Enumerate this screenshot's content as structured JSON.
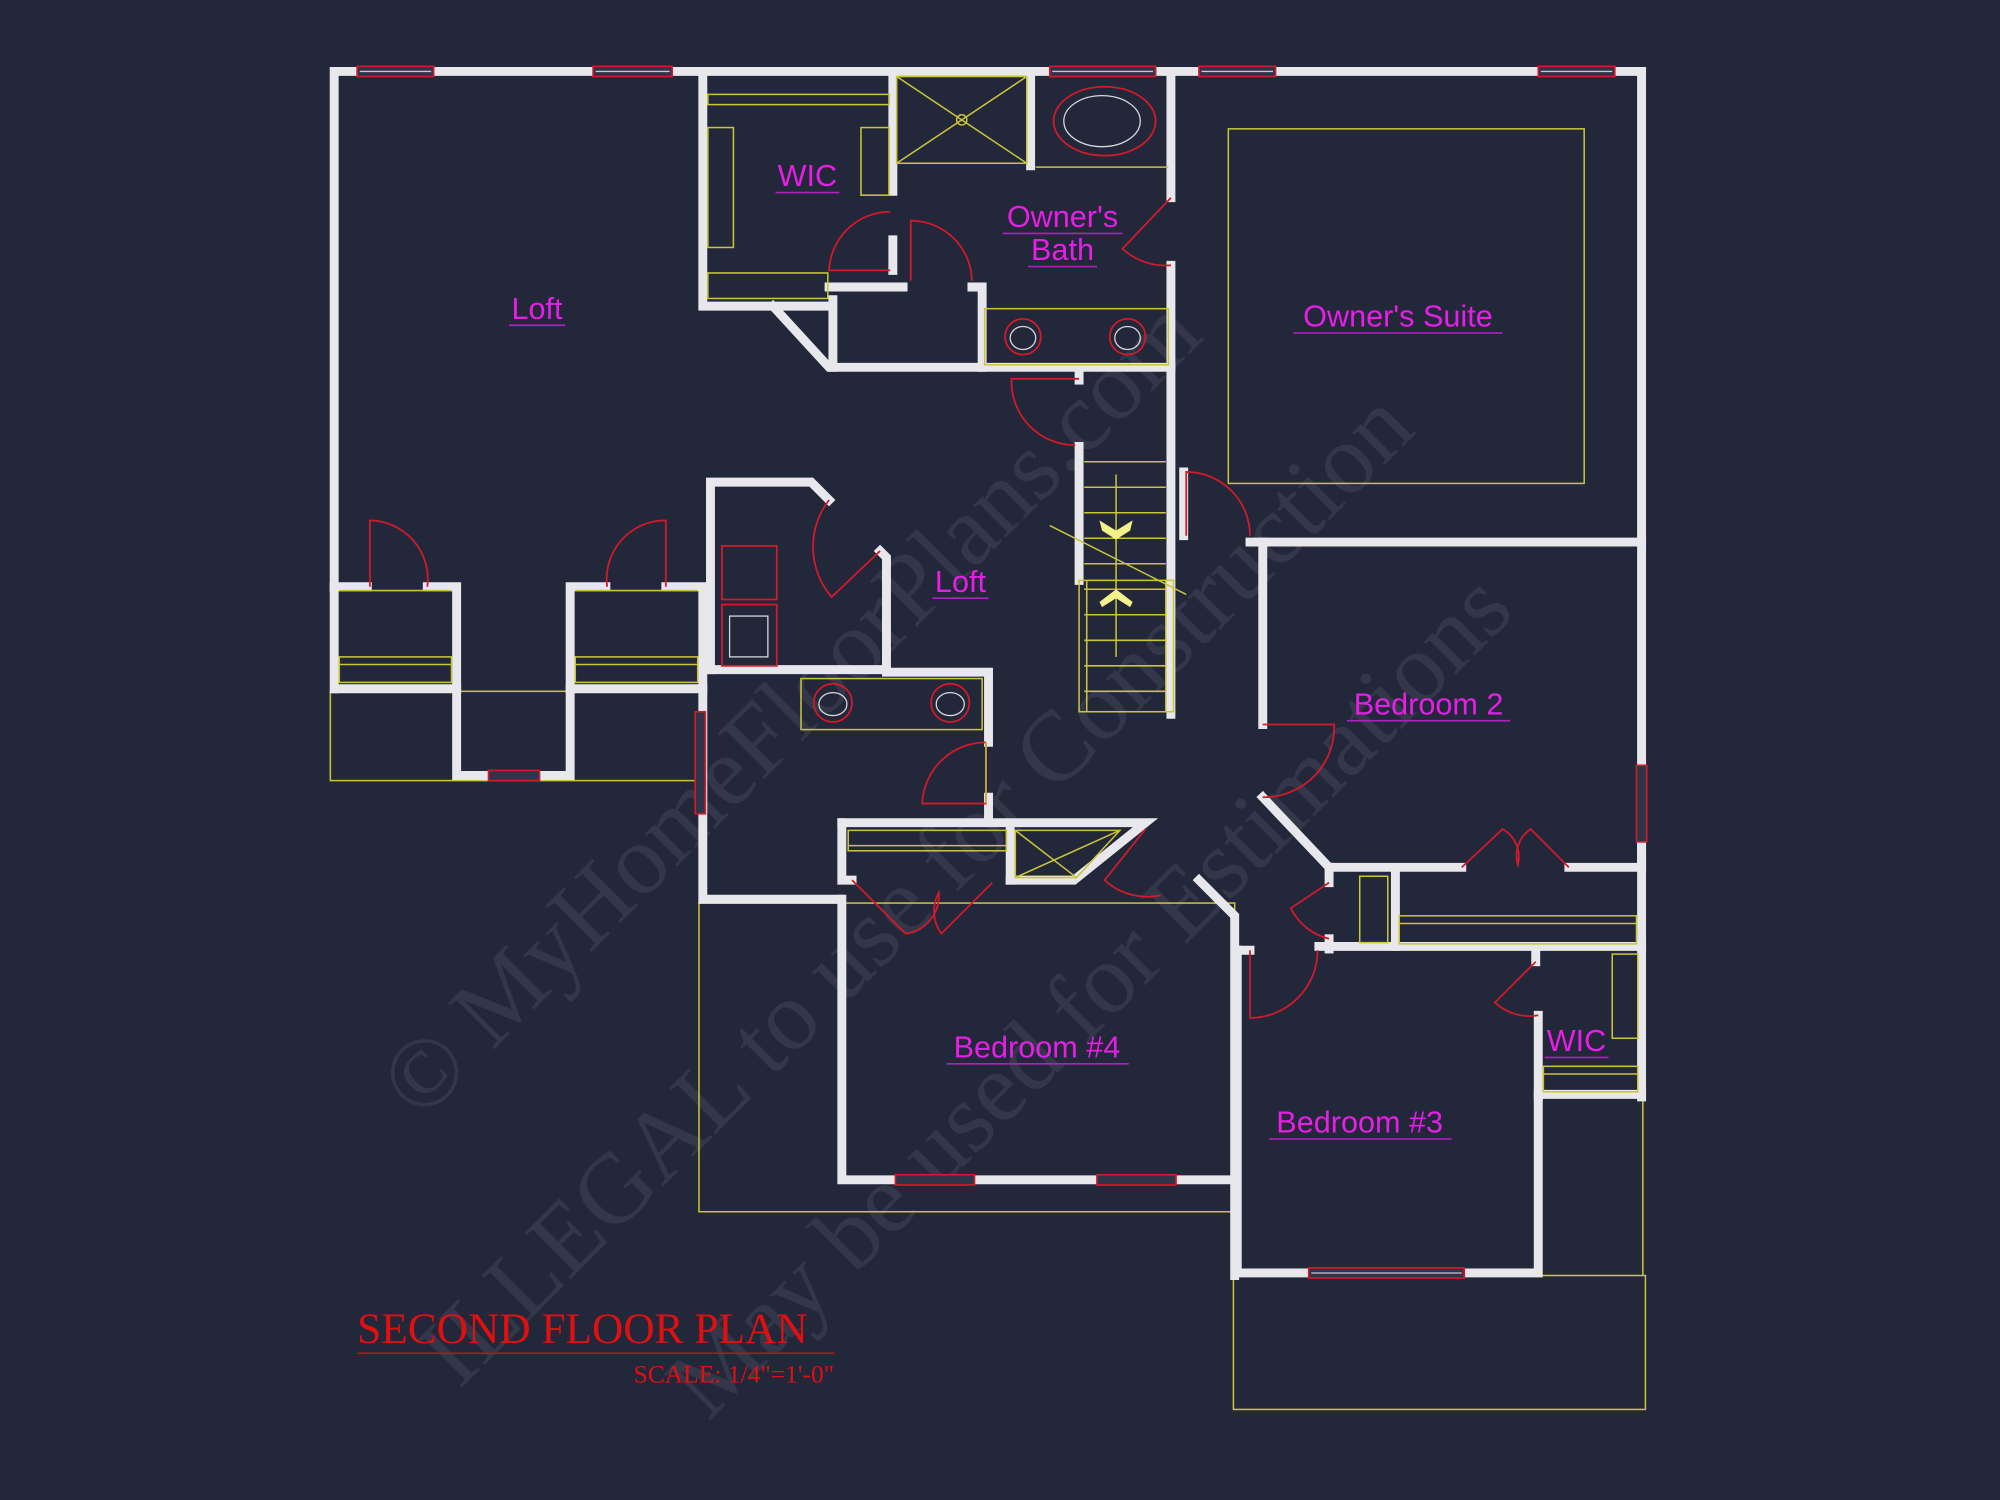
{
  "drawing": {
    "title": "SECOND FLOOR PLAN",
    "scale": "SCALE: 1/4\"=1'-0\"",
    "background_color": "#23273a",
    "wall_color": "#e8e8ec",
    "label_color": "#e61ee6",
    "title_color": "#e01010",
    "fixture_color": "#c9c43a",
    "door_color": "#d11a2a"
  },
  "rooms": [
    {
      "id": "loft-main",
      "label": "Loft"
    },
    {
      "id": "wic-owner",
      "label": "WIC"
    },
    {
      "id": "owners-bath",
      "label": "Owner's",
      "label2": "Bath"
    },
    {
      "id": "owners-suite",
      "label": "Owner's Suite"
    },
    {
      "id": "loft-center",
      "label": "Loft"
    },
    {
      "id": "bedroom-2",
      "label": "Bedroom 2"
    },
    {
      "id": "bedroom-4",
      "label": "Bedroom #4"
    },
    {
      "id": "bedroom-3",
      "label": "Bedroom #3"
    },
    {
      "id": "wic-bed3",
      "label": "WIC"
    }
  ],
  "watermark": {
    "line1": "© MyHomeFloorPlans.com",
    "line2": "ILLEGAL to use for Construction",
    "line3": "May be used for Estimations"
  },
  "stairs": {
    "direction_icons": [
      "down-arrow-icon",
      "up-arrow-icon"
    ]
  }
}
